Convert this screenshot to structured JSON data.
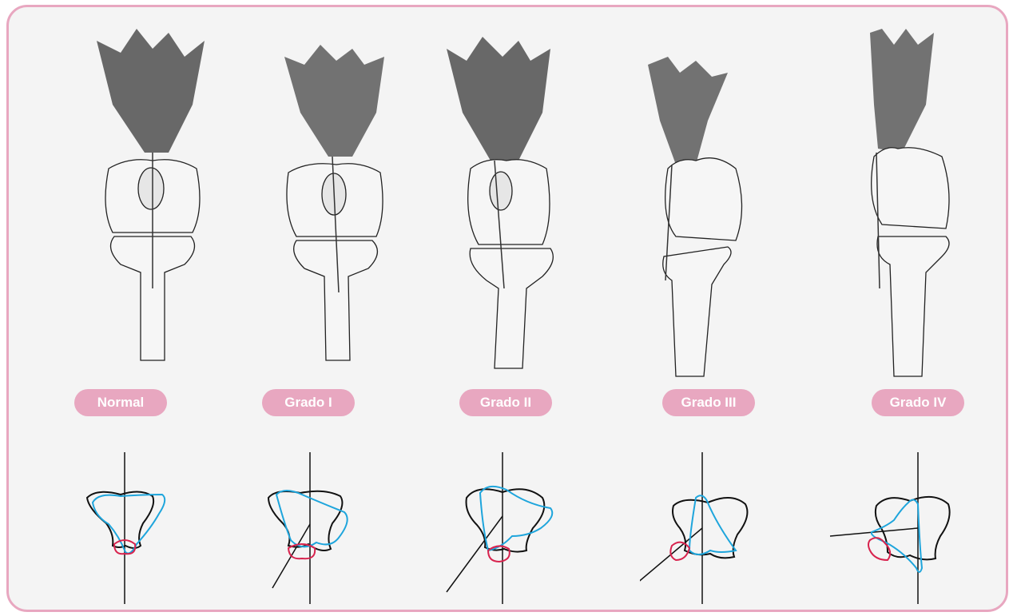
{
  "colors": {
    "frame_border": "#e8a7c0",
    "label_bg": "#e8a7c0",
    "label_text": "#ffffff",
    "background": "#f4f4f4",
    "femur_outline": "#111111",
    "patella_outline": "#1ea5dc",
    "tibia_outline": "#d8234e"
  },
  "panels": [
    {
      "label": "Normal"
    },
    {
      "label": "Grado I"
    },
    {
      "label": "Grado II"
    },
    {
      "label": "Grado III"
    },
    {
      "label": "Grado IV"
    }
  ]
}
